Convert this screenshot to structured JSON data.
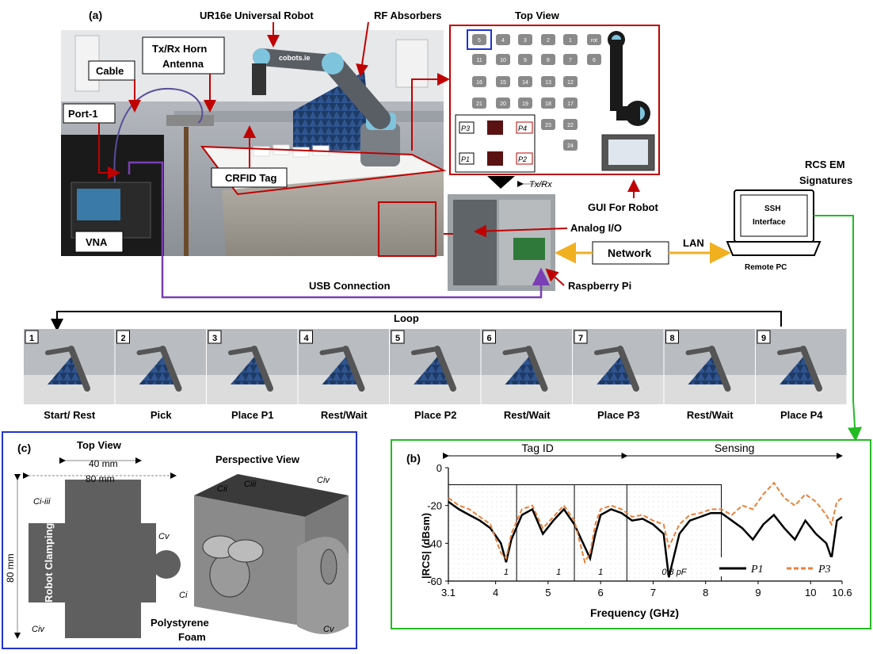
{
  "panel_a": {
    "tag": "(a)",
    "labels": {
      "ur16e": "UR16e Universal Robot",
      "rf_absorbers": "RF Absorbers",
      "top_view": "Top View",
      "cable": "Cable",
      "horn_line1": "Tx/Rx Horn",
      "horn_line2": "Antenna",
      "port1": "Port-1",
      "crfid": "CRFID Tag",
      "vna": "VNA",
      "gui": "GUI For Robot",
      "analog": "Analog I/O",
      "network": "Network",
      "lan": "LAN",
      "rcs_line1": "RCS EM",
      "rcs_line2": "Signatures",
      "ssh_line1": "SSH",
      "ssh_line2": "Interface",
      "remote_pc": "Remote PC",
      "usb": "USB Connection",
      "rpi": "Raspberry Pi",
      "txrx": "Tx/Rx",
      "photo_brand": "cobots.ie"
    },
    "slot_numbers": [
      "5",
      "4",
      "3",
      "2",
      "1",
      "rot",
      "11",
      "10",
      "9",
      "8",
      "7",
      "6",
      "16",
      "15",
      "14",
      "13",
      "12",
      "21",
      "20",
      "19",
      "18",
      "17",
      "23",
      "22",
      "24"
    ],
    "place_labels": [
      "P3",
      "P4",
      "P1",
      "P2"
    ]
  },
  "loop": {
    "title": "Loop",
    "frames": [
      {
        "num": "1",
        "caption": "Start/ Rest"
      },
      {
        "num": "2",
        "caption": "Pick"
      },
      {
        "num": "3",
        "caption": "Place P1"
      },
      {
        "num": "4",
        "caption": "Rest/Wait"
      },
      {
        "num": "5",
        "caption": "Place P2"
      },
      {
        "num": "6",
        "caption": "Rest/Wait"
      },
      {
        "num": "7",
        "caption": "Place P3"
      },
      {
        "num": "8",
        "caption": "Rest/Wait"
      },
      {
        "num": "9",
        "caption": "Place P4"
      }
    ]
  },
  "panel_c": {
    "tag": "(c)",
    "top_view": "Top View",
    "perspective": "Perspective View",
    "dim40": "40 mm",
    "dim80_top": "80 mm",
    "dim80_side": "80 mm",
    "robot_clamping": "Robot Clamping",
    "polystyrene_line1": "Polystyrene",
    "polystyrene_line2": "Foam",
    "c_labels": {
      "ci_iii": "Ci-iii",
      "cv": "Cv",
      "civ": "Civ",
      "ci": "Ci",
      "cii": "Cii",
      "ciii": "Ciii",
      "civ_p": "Civ",
      "cv_p": "Cv"
    }
  },
  "chart_data": {
    "type": "line",
    "panel_tag": "(b)",
    "title": "",
    "xlabel": "Frequency (GHz)",
    "ylabel": "|RCS| (dBsm)",
    "xlim": [
      3.1,
      10.6
    ],
    "ylim": [
      -60,
      0
    ],
    "x_ticks": [
      "3.1",
      "4",
      "5",
      "6",
      "7",
      "8",
      "9",
      "10",
      "10.6"
    ],
    "y_ticks": [
      "0",
      "-20",
      "-40",
      "-60"
    ],
    "grid": false,
    "legend_position": "bottom-right",
    "regions": [
      {
        "label": "Tag ID",
        "from": 3.1,
        "to": 6.5
      },
      {
        "label": "Sensing",
        "from": 6.5,
        "to": 10.6
      }
    ],
    "annotations": [
      "1",
      "1",
      "1",
      "0.8 pF"
    ],
    "series": [
      {
        "name": "P1",
        "style": "solid",
        "color": "#000000",
        "x": [
          3.1,
          3.3,
          3.5,
          3.7,
          3.9,
          4.1,
          4.2,
          4.3,
          4.5,
          4.7,
          4.9,
          5.1,
          5.3,
          5.5,
          5.7,
          5.8,
          5.9,
          6.0,
          6.2,
          6.4,
          6.6,
          6.8,
          7.0,
          7.2,
          7.3,
          7.5,
          7.7,
          7.9,
          8.1,
          8.3,
          8.5,
          8.7,
          8.9,
          9.1,
          9.3,
          9.5,
          9.7,
          9.9,
          10.1,
          10.3,
          10.4,
          10.5,
          10.6
        ],
        "y": [
          -18,
          -22,
          -25,
          -28,
          -32,
          -40,
          -50,
          -38,
          -25,
          -22,
          -35,
          -28,
          -22,
          -30,
          -42,
          -48,
          -35,
          -25,
          -22,
          -24,
          -28,
          -27,
          -30,
          -35,
          -58,
          -35,
          -28,
          -26,
          -24,
          -24,
          -28,
          -32,
          -38,
          -30,
          -25,
          -32,
          -38,
          -28,
          -35,
          -40,
          -48,
          -28,
          -26
        ]
      },
      {
        "name": "P3",
        "style": "dashed",
        "color": "#e8813a",
        "x": [
          3.1,
          3.3,
          3.5,
          3.7,
          3.9,
          4.1,
          4.2,
          4.3,
          4.5,
          4.7,
          4.9,
          5.1,
          5.3,
          5.5,
          5.7,
          5.8,
          5.9,
          6.0,
          6.2,
          6.4,
          6.6,
          6.8,
          7.0,
          7.2,
          7.3,
          7.5,
          7.7,
          7.9,
          8.1,
          8.3,
          8.5,
          8.7,
          8.9,
          9.1,
          9.3,
          9.5,
          9.7,
          9.9,
          10.1,
          10.3,
          10.4,
          10.5,
          10.6
        ],
        "y": [
          -16,
          -20,
          -22,
          -26,
          -30,
          -45,
          -48,
          -35,
          -22,
          -20,
          -32,
          -26,
          -20,
          -28,
          -50,
          -45,
          -30,
          -22,
          -20,
          -22,
          -26,
          -25,
          -28,
          -30,
          -42,
          -30,
          -25,
          -24,
          -22,
          -22,
          -25,
          -20,
          -22,
          -14,
          -8,
          -16,
          -20,
          -14,
          -18,
          -25,
          -30,
          -18,
          -16
        ]
      }
    ]
  }
}
